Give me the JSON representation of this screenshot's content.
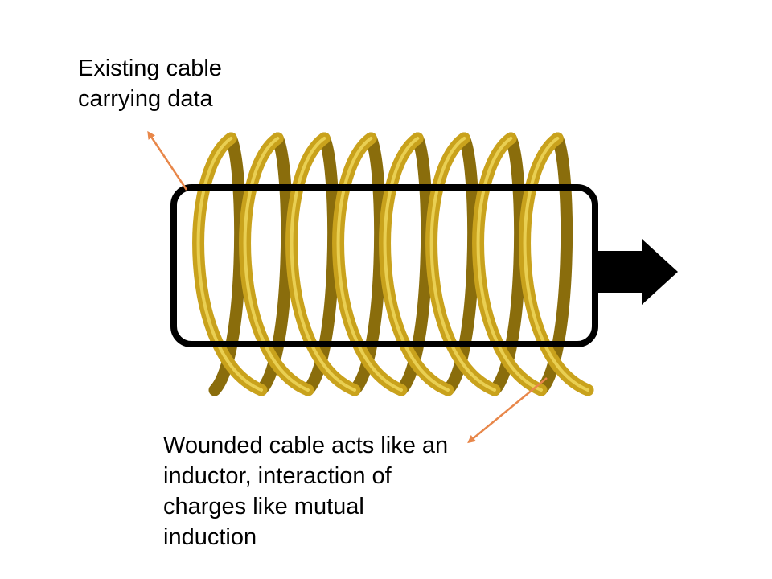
{
  "labels": {
    "existing_cable": "Existing cable\ncarrying data",
    "wounded_cable": "Wounded cable acts like an\ninductor, interaction of\ncharges like mutual\ninduction"
  },
  "colors": {
    "coil_gold": "#c9a21c",
    "coil_dark": "#8a6d0c",
    "coil_highlight": "#e9cf52",
    "rectangle_outline": "#000000",
    "arrow_fill": "#000000",
    "pointer_arrows": "#e8874a"
  },
  "coil": {
    "turns": 8
  }
}
